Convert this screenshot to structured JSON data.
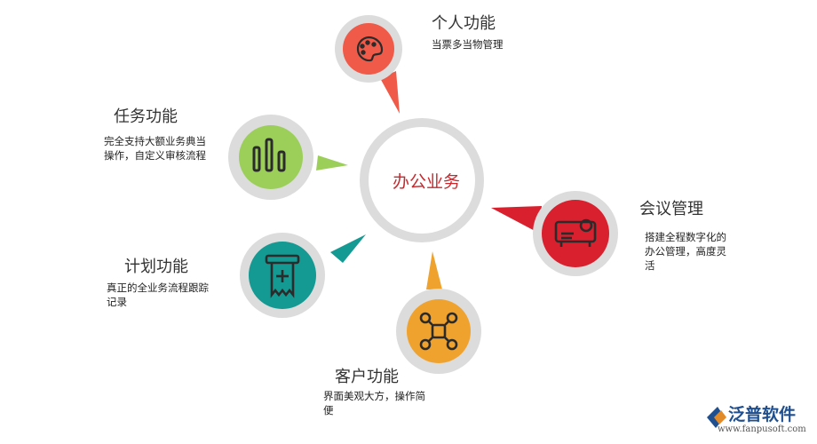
{
  "center": {
    "label": "办公业务",
    "color": "#c8282d"
  },
  "nodes": [
    {
      "title": "个人功能",
      "desc": "当票多当物管理",
      "icon": "palette-icon",
      "color": "#f05a48"
    },
    {
      "title": "任务功能",
      "desc": "完全支持大额业务典当操作，自定义审核流程",
      "icon": "bar-chart-icon",
      "color": "#9ccf5a"
    },
    {
      "title": "会议管理",
      "desc": "搭建全程数字化的办公管理，高度灵活",
      "icon": "projector-icon",
      "color": "#d8202e"
    },
    {
      "title": "计划功能",
      "desc": "真正的全业务流程跟踪记录",
      "icon": "receipt-icon",
      "color": "#149a93"
    },
    {
      "title": "客户功能",
      "desc": "界面美观大方，操作简便",
      "icon": "drone-icon",
      "color": "#f0a22e"
    }
  ],
  "logo": {
    "name": "泛普软件",
    "url": "www.fanpusoft.com"
  }
}
